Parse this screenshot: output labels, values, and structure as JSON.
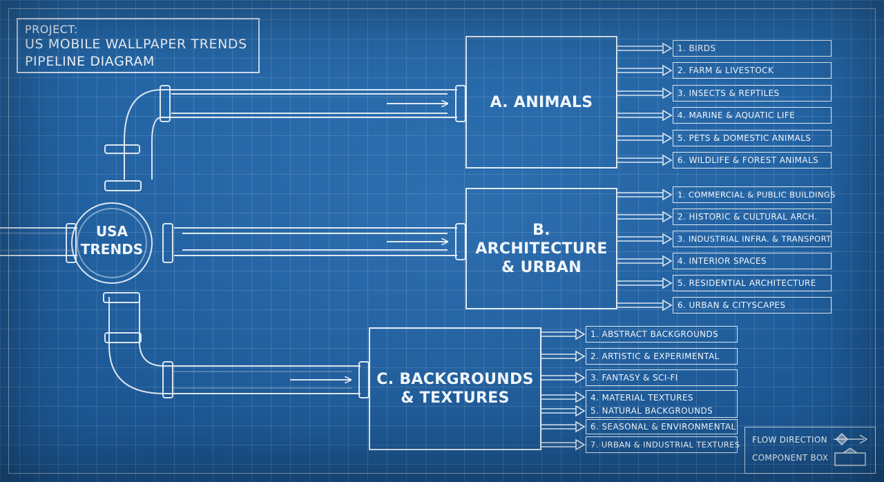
{
  "title": {
    "line1": "PROJECT:",
    "line2": "US MOBILE WALLPAPER TRENDS",
    "line3": "PIPELINE DIAGRAM"
  },
  "hub": {
    "label": "USA\nTRENDS"
  },
  "categories": [
    {
      "label": "A. ANIMALS",
      "items": [
        "1. BIRDS",
        "2. FARM & LIVESTOCK",
        "3. INSECTS & REPTILES",
        "4. MARINE & AQUATIC LIFE",
        "5. PETS & DOMESTIC ANIMALS",
        "6. WILDLIFE & FOREST ANIMALS"
      ]
    },
    {
      "label": "B. ARCHITECTURE\n& URBAN",
      "items": [
        "1. COMMERCIAL & PUBLIC BUILDINGS",
        "2. HISTORIC & CULTURAL ARCH.",
        "3. INDUSTRIAL INFRA. & TRANSPORT",
        "4. INTERIOR SPACES",
        "5. RESIDENTIAL ARCHITECTURE",
        "6. URBAN & CITYSCAPES"
      ]
    },
    {
      "label": "C. BACKGROUNDS\n& TEXTURES",
      "items": [
        "1. ABSTRACT BACKGROUNDS",
        "2. ARTISTIC & EXPERIMENTAL",
        "3. FANTASY & SCI-FI",
        "4. MATERIAL TEXTURES",
        "5. NATURAL BACKGROUNDS",
        "6. SEASONAL & ENVIRONMENTAL",
        "7. URBAN & INDUSTRIAL TEXTURES"
      ]
    }
  ],
  "legend": {
    "flow_direction": "FLOW DIRECTION",
    "component_box": "COMPONENT BOX"
  }
}
